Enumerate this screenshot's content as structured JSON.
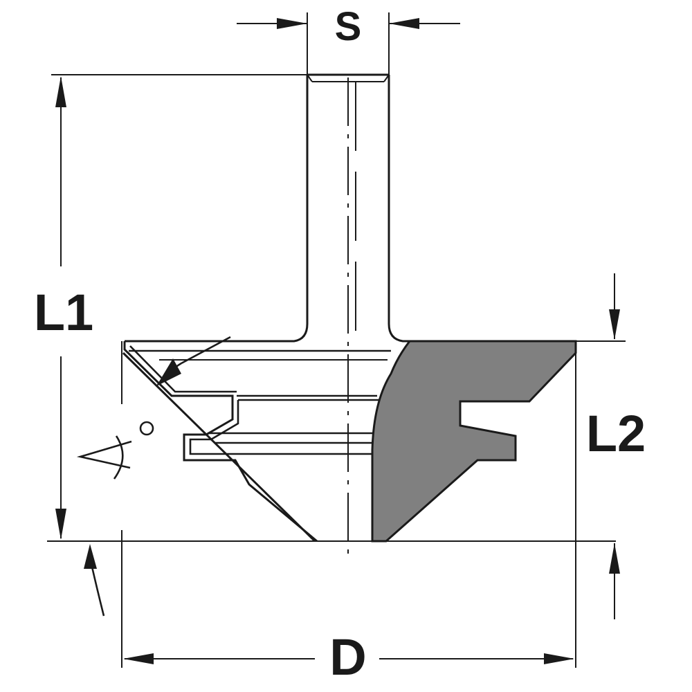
{
  "dimensions": {
    "shank_diameter": "S",
    "overall_length": "L1",
    "cutting_length": "L2",
    "cutting_diameter": "D"
  },
  "colors": {
    "line": "#1a1a1a",
    "cutter_fill": "#808080",
    "background": "#ffffff"
  }
}
